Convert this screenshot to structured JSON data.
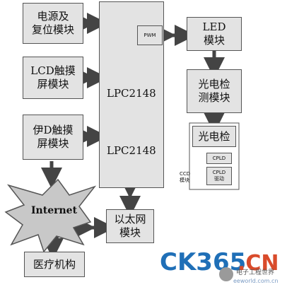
{
  "boxes": {
    "power_reset": "电源及\n复位模块",
    "lcd_touch_1": "LCD触摸\n屏模块",
    "lcd_touch_2": "伊D触摸\n屏模块",
    "mcu_label_1": "LPC2148",
    "mcu_label_2": "LPC2148",
    "pwm": "PWM",
    "led": "LED\n模块",
    "photo_detect": "光电检\n测模块",
    "photo_detect_2": "光电检",
    "cpld_1": "CPLD",
    "cpld_2": "CPLD\n驱动",
    "ccd_label": "CCD\n模块",
    "ethernet": "以太网\n模块",
    "internet": "Internet",
    "medical": "医疗机构"
  },
  "watermark": {
    "brand": "CK365",
    "suffix": ".CN",
    "sub": "电子工程世界",
    "sub_url": "eeworld.com.cn"
  },
  "colors": {
    "box_fill": "#e3e3e3",
    "border": "#555555",
    "arrow": "#444444",
    "watermark_blue": "#1f6fb7",
    "watermark_red": "#d94b2b"
  }
}
